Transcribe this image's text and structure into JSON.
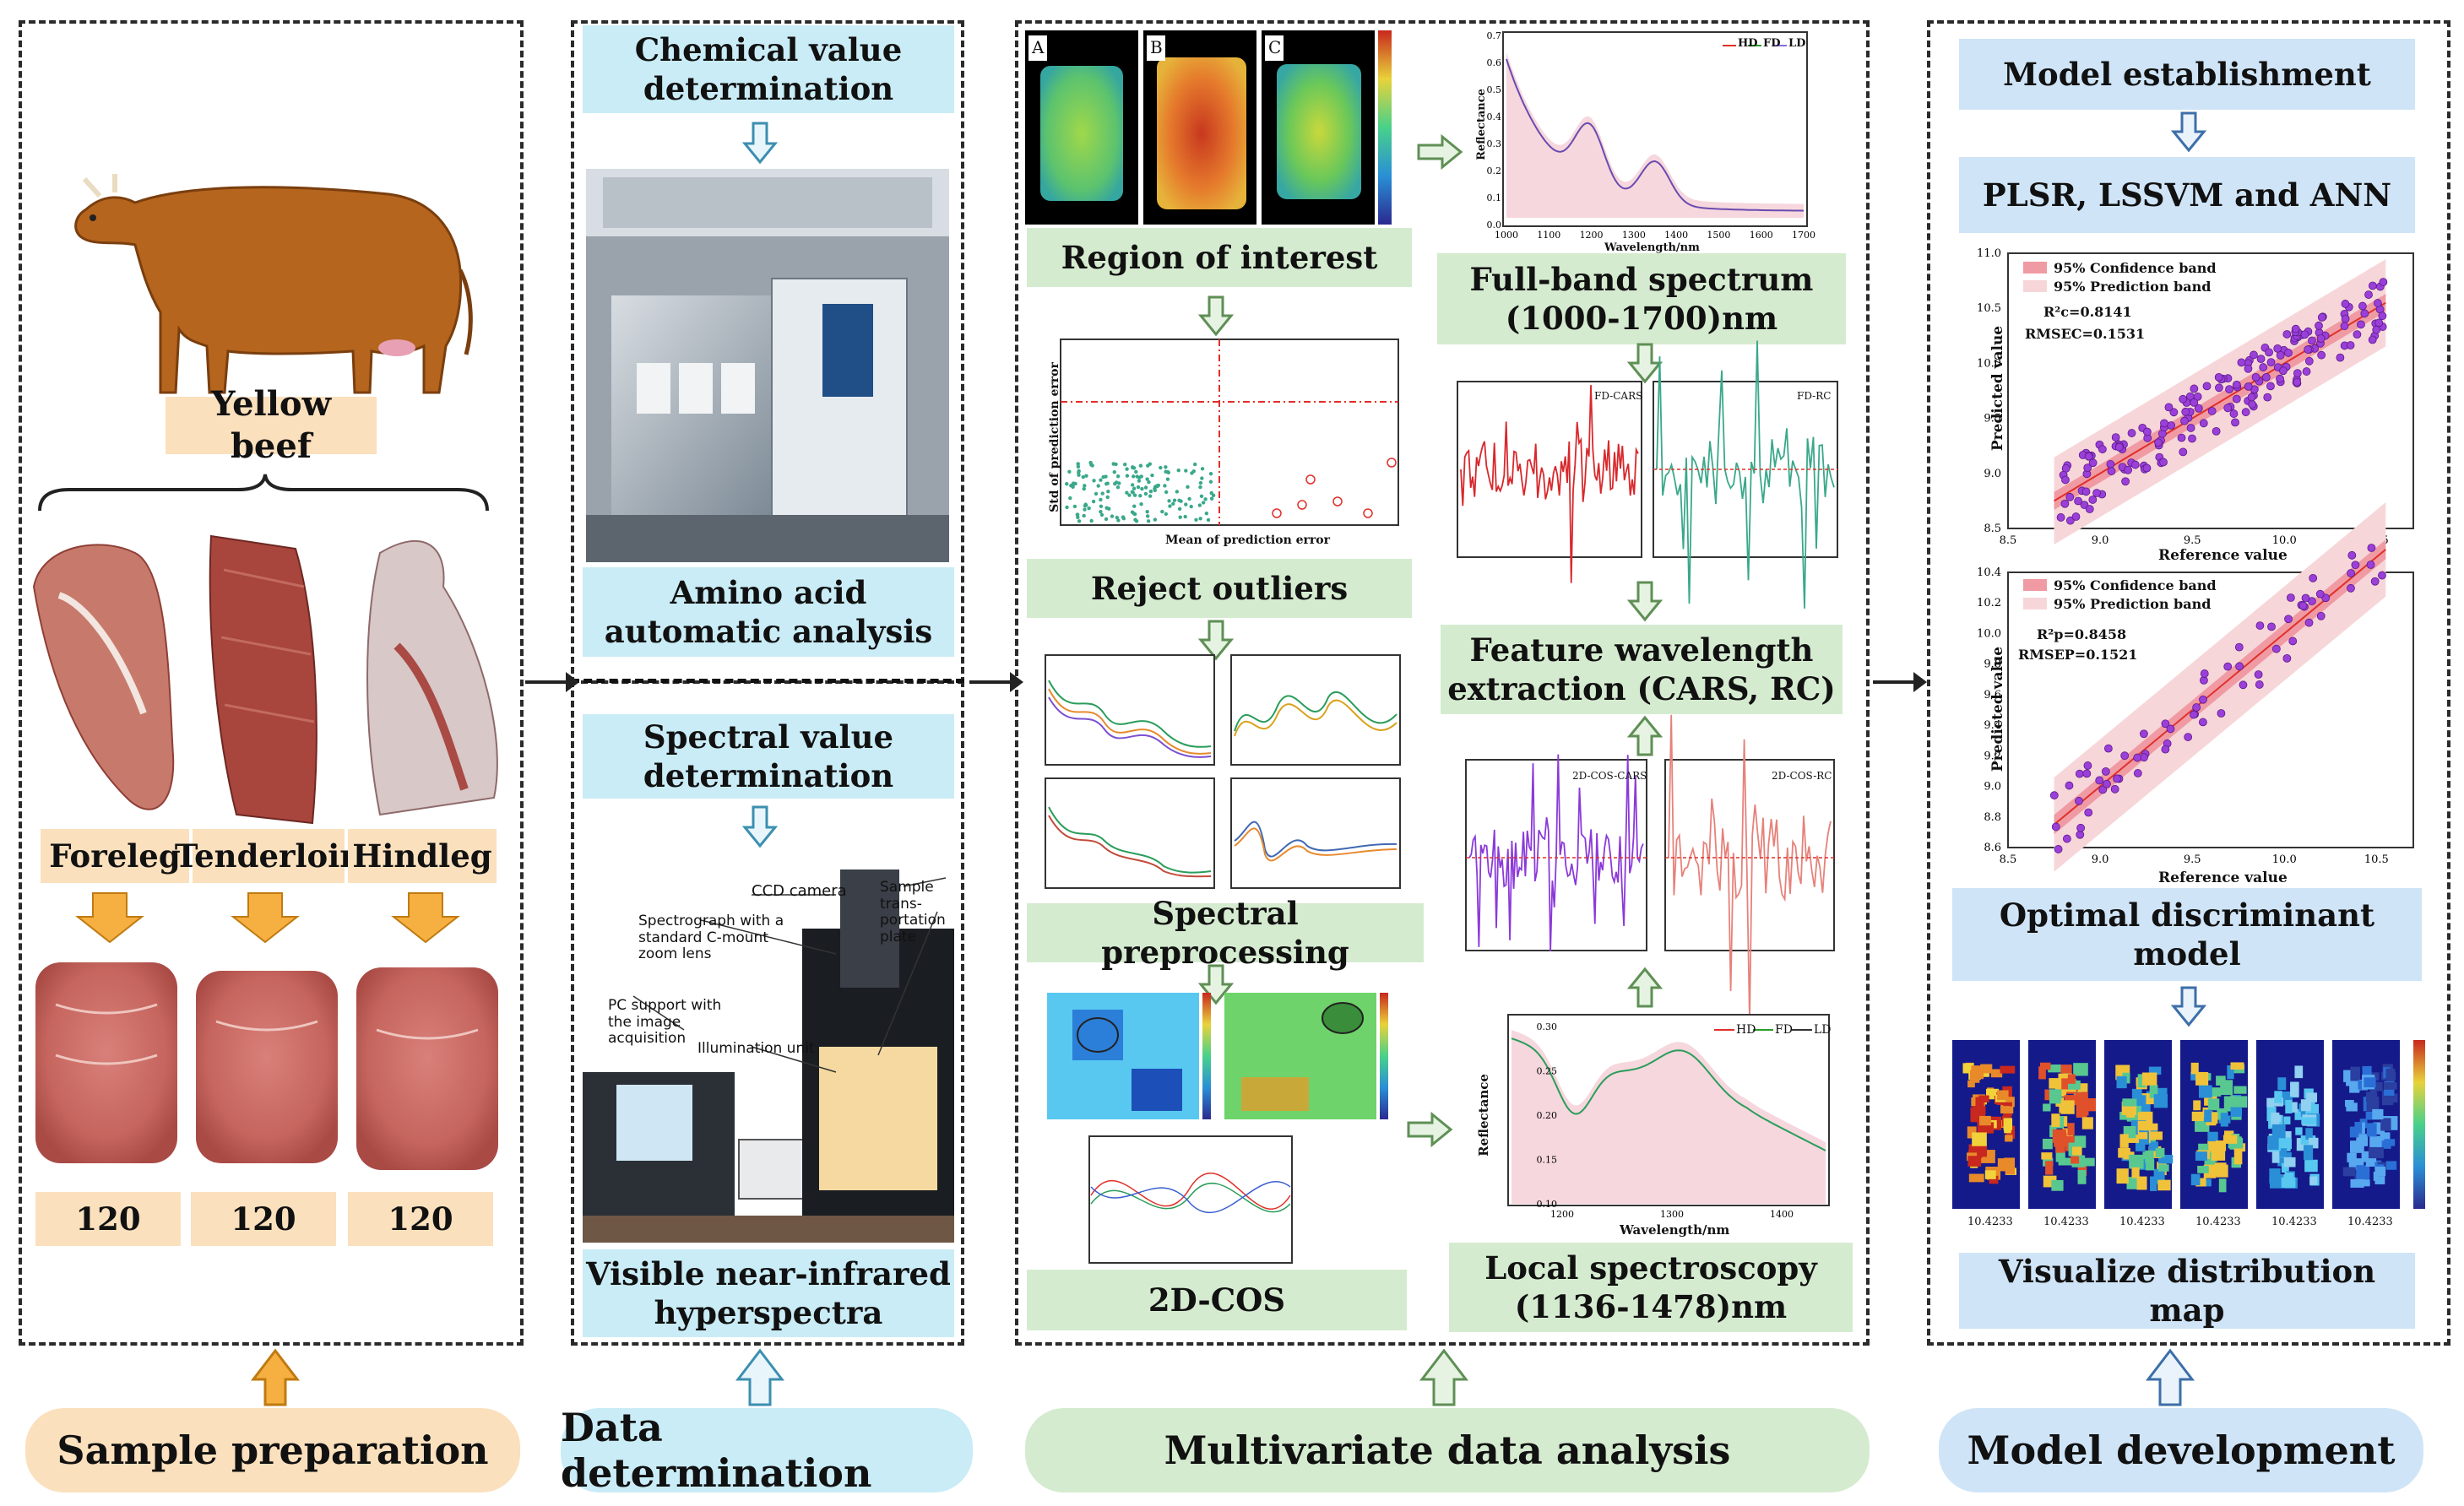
{
  "sample": {
    "animal_label": "Yellow beef",
    "cuts": [
      "Foreleg",
      "Tenderloin",
      "Hindleg"
    ],
    "counts": [
      "120",
      "120",
      "120"
    ],
    "stage": "Sample preparation"
  },
  "determination": {
    "chemical_title": "Chemical value determination",
    "amino_label": "Amino acid automatic analysis",
    "spectral_title": "Spectral value determination",
    "hyperspectra_label": "Visible near-infrared hyperspectra",
    "device_notes": [
      "CCD camera",
      "Sample trans-portation plate",
      "Spectrograph with a standard C-mount zoom lens",
      "PC support with the image acquisition",
      "Illumination unit"
    ],
    "stage": "Data determination"
  },
  "analysis": {
    "roi_letters": [
      "A",
      "B",
      "C"
    ],
    "roi_label": "Region of interest",
    "outlier_label": "Reject outliers",
    "preprocess_label": "Spectral preprocessing",
    "cos_label": "2D-COS",
    "fullband_label": "Full-band spectrum (1000-1700)nm",
    "feature_label": "Feature wavelength extraction (CARS, RC)",
    "local_label": "Local spectroscopy (1136-1478)nm",
    "legend": [
      "HD",
      "FD",
      "LD"
    ],
    "outlier_axes": {
      "x": "Mean of prediction error",
      "y": "Std of prediction error"
    },
    "spectrum_axes": {
      "x": "Wavelength/nm",
      "y": "Reflectance"
    },
    "fullband_xticks": [
      "1000",
      "1100",
      "1200",
      "1300",
      "1400",
      "1500",
      "1600",
      "1700"
    ],
    "fullband_yticks": [
      "0.0",
      "0.1",
      "0.2",
      "0.3",
      "0.4",
      "0.5",
      "0.6",
      "0.7"
    ],
    "local_xticks": [
      "1200",
      "1300",
      "1400"
    ],
    "local_yticks": [
      "0.10",
      "0.15",
      "0.20",
      "0.25",
      "0.30"
    ],
    "feature_legends": [
      "FD-CARS",
      "FD-RC",
      "2D-COS-CARS",
      "2D-COS-RC"
    ],
    "stage": "Multivariate data analysis"
  },
  "model": {
    "establishment": "Model establishment",
    "methods": "PLSR, LSSVM and ANN",
    "plot1": {
      "band1": "95% Confidence band",
      "band2": "95% Prediction band",
      "r2": "R²c=0.8141",
      "rmse": "RMSEC=0.1531",
      "xlabel": "Reference value",
      "ylabel": "Predicted value",
      "xticks": [
        "8.5",
        "9.0",
        "9.5",
        "10.0",
        "10.5"
      ],
      "yticks": [
        "8.5",
        "9.0",
        "9.5",
        "10.0",
        "10.5",
        "11.0"
      ]
    },
    "plot2": {
      "band1": "95% Confidence band",
      "band2": "95% Prediction band",
      "r2": "R²p=0.8458",
      "rmse": "RMSEP=0.1521",
      "xlabel": "Reference value",
      "ylabel": "Predicted value",
      "xticks": [
        "8.5",
        "9.0",
        "9.5",
        "10.0",
        "10.5"
      ],
      "yticks": [
        "8.6",
        "8.8",
        "9.0",
        "9.2",
        "9.4",
        "9.6",
        "9.8",
        "10.0",
        "10.2",
        "10.4"
      ]
    },
    "optimal": "Optimal discriminant model",
    "map_values": [
      "10.4233",
      "10.4233",
      "10.4233",
      "10.4233",
      "10.4233",
      "10.4233"
    ],
    "visualize": "Visualize distribution map",
    "stage": "Model  development"
  },
  "colors": {
    "beige": "#fbe0bd",
    "cyan": "#c9ecf6",
    "green": "#d5ebd0",
    "lightblue": "#cfe4f7",
    "arrow_orange": "#f5b041",
    "cow": "#b5651d"
  }
}
